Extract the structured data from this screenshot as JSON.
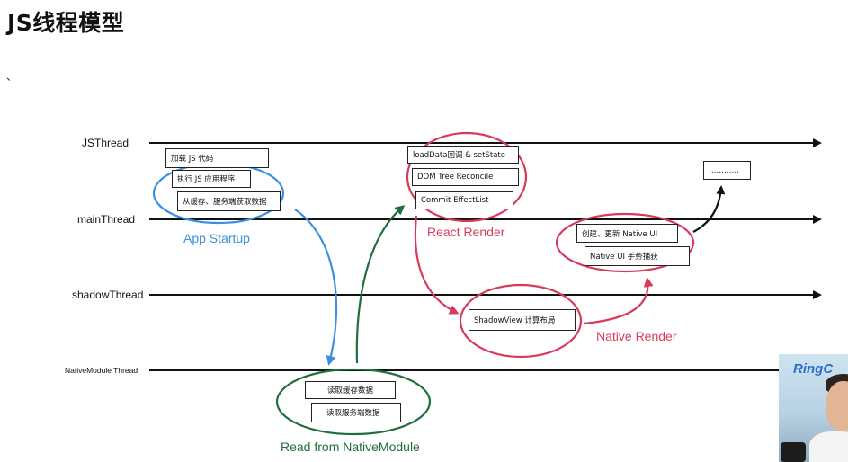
{
  "title": "JS线程模型",
  "stray_mark": "、",
  "threads": {
    "js": "JSThread",
    "main": "mainThread",
    "shadow": "shadowThread",
    "native": "NativeModule Thread"
  },
  "boxes": {
    "load_js": "加载 JS 代码",
    "exec_js": "执行 JS 应用程序",
    "fetch_cache": "从缓存、服务端获取数据",
    "load_data": "loadData回调 & setState",
    "dom_reconcile": "DOM Tree Reconcile",
    "commit_effect": "Commit EffectList",
    "ellipsis": "…………",
    "create_native_ui": "创建、更新 Native UI",
    "gesture": "Native UI 手势捕获",
    "shadow_layout": "ShadowView 计算布局",
    "read_cache": "读取缓存数据",
    "read_server": "读取服务端数据"
  },
  "captions": {
    "app_startup": "App Startup",
    "react_render": "React Render",
    "native_render": "Native Render",
    "read_native": "Read from NativeModule"
  },
  "colors": {
    "blue": "#3a8fe0",
    "red": "#d83a5c",
    "green": "#1f6e3e",
    "black": "#111111"
  },
  "webcam": {
    "logo": "RingC"
  }
}
